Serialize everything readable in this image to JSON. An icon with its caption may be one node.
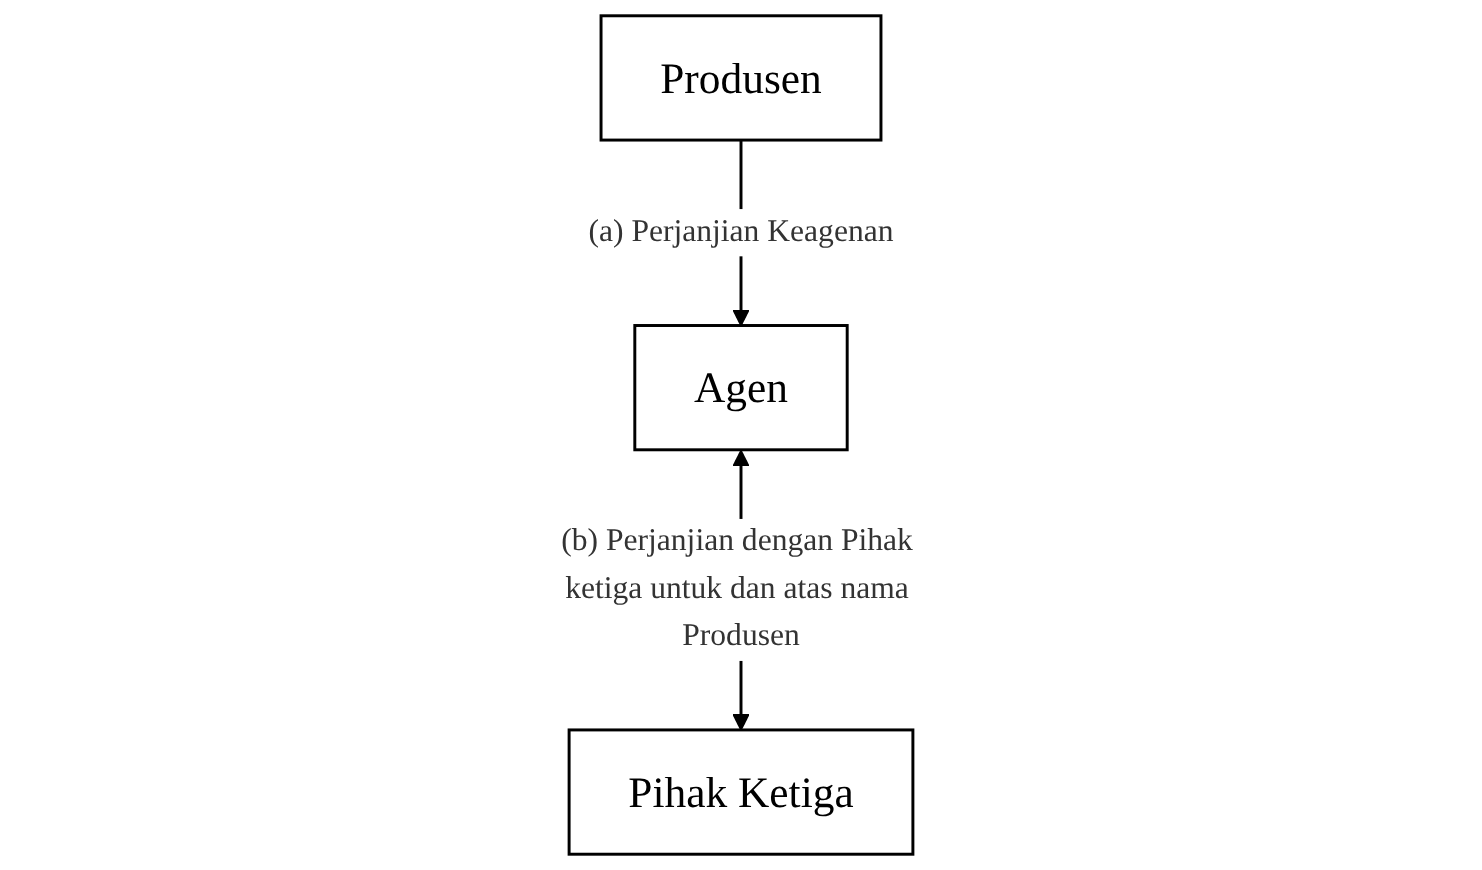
{
  "diagram": {
    "nodes": [
      {
        "text": [
          "Produsen"
        ]
      },
      {
        "text": [
          "Agen"
        ]
      },
      {
        "text": [
          "Pihak Ketiga"
        ]
      }
    ],
    "edges": [
      {
        "from": 0,
        "to": 1,
        "arrow": "to",
        "label": "(a) Perjanjian Keagenan"
      },
      {
        "from": 1,
        "to": 2,
        "arrow": "both",
        "label": "(b) Perjanjian dengan Pihak ketiga untuk dan atas nama Produsen"
      }
    ]
  }
}
